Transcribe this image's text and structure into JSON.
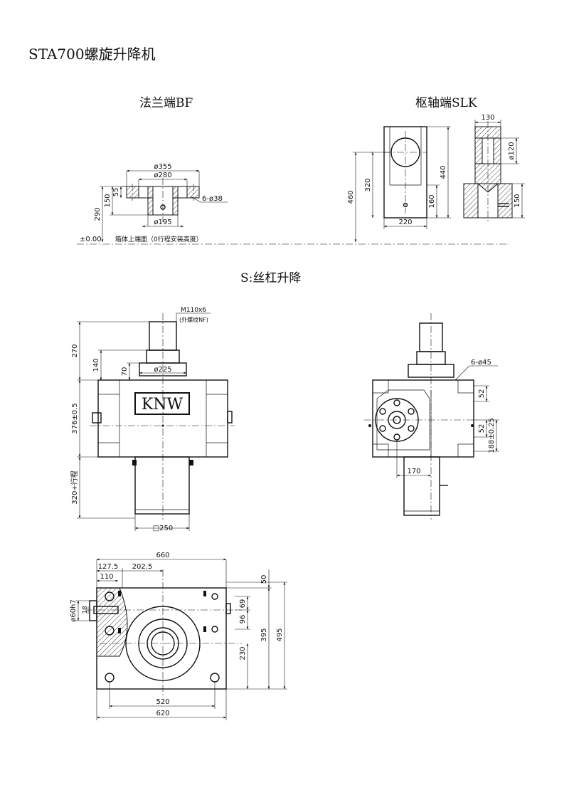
{
  "title": "STA700螺旋升降机",
  "bf": {
    "header": "法兰端BF",
    "d_flange": "ø355",
    "d_pilot": "ø280",
    "d_bottom": "ø195",
    "holes": "6-ø38",
    "h55": "55",
    "h150": "150",
    "h290": "290"
  },
  "slk": {
    "header": "枢轴端SLK",
    "w220": "220",
    "h320": "320",
    "h440": "440",
    "h160": "160",
    "h460": "460",
    "w130": "130",
    "d120": "ø120",
    "h150": "150"
  },
  "datum": {
    "zero": "±0.00",
    "note": "箱体上端面（0行程安装高度）"
  },
  "s": {
    "header": "S:丝杠升降",
    "thread": "M110x6",
    "thread_note": "(外螺纹NF)",
    "h270": "270",
    "h140": "140",
    "h70": "70",
    "d225": "ø225",
    "brand": "KNW",
    "h376": "376±0.5",
    "h320": "320+行程",
    "sq250": "□250",
    "holes": "6-ø45",
    "h52a": "52",
    "h52b": "52",
    "h188": "188±0.25",
    "w170": "170"
  },
  "plan": {
    "w660": "660",
    "w127": "127.5",
    "w202": "202.5",
    "w110": "110",
    "d60": "ø60h7",
    "k18": "18",
    "h50": "50",
    "h69": "69",
    "h96": "96",
    "h230": "230",
    "h395": "395",
    "h495": "495",
    "w520": "520",
    "w620": "620"
  }
}
